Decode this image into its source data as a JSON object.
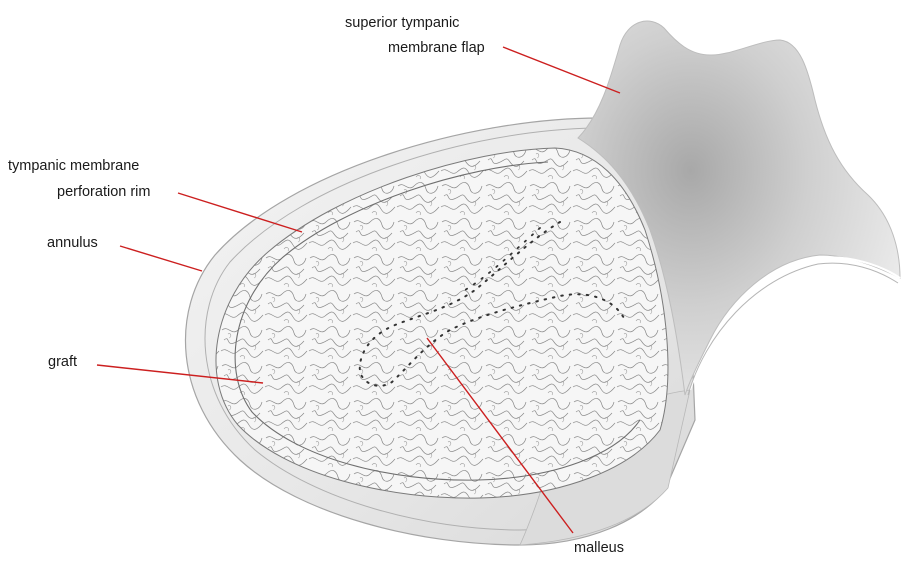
{
  "labels": {
    "superior_flap_line1": "superior tympanic",
    "superior_flap_line2": "membrane flap",
    "perforation_rim_line1": "tympanic membrane",
    "perforation_rim_line2": "perforation rim",
    "annulus": "annulus",
    "graft": "graft",
    "malleus": "malleus"
  },
  "colors": {
    "leader_line": "#cc1f1f",
    "label_text": "#1a1a1a",
    "membrane_fill": "#e8e8e8",
    "flap_fill": "#d4d4d4",
    "outline": "#9a9a9a"
  }
}
